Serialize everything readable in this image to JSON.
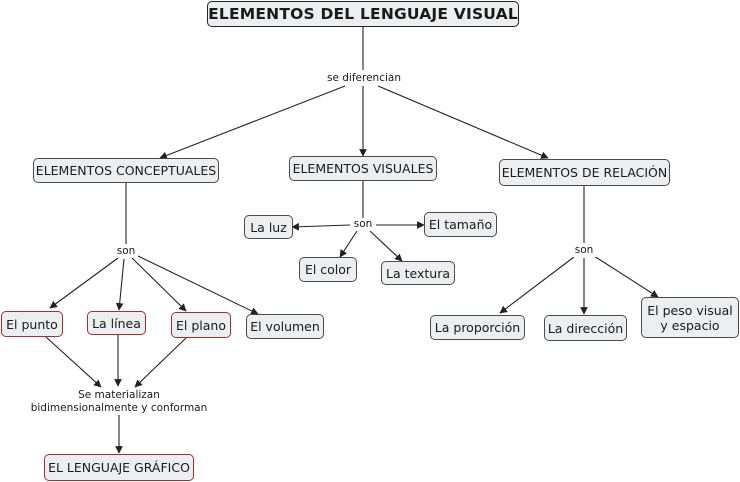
{
  "title": "ELEMENTOS DEL LENGUAJE VISUAL",
  "links": {
    "se_diferencian": "se diferencian",
    "son_conceptuales": "son",
    "son_visuales": "son",
    "son_relacion": "son",
    "se_materializan": "Se materializan\nbidimensionalmente y conforman"
  },
  "nodes": {
    "conceptuales": "ELEMENTOS CONCEPTUALES",
    "visuales": "ELEMENTOS VISUALES",
    "relacion": "ELEMENTOS DE RELACIÓN",
    "luz": "La luz",
    "tamano": "El tamaño",
    "color": "El color",
    "textura": "La textura",
    "punto": "El punto",
    "linea": "La línea",
    "plano": "El plano",
    "volumen": "El volumen",
    "proporcion": "La proporción",
    "direccion": "La dirección",
    "peso": "El peso visual\ny espacio",
    "lenguaje_grafico": "EL LENGUAJE GRÁFICO"
  },
  "colors": {
    "node_fill": "#eceff1",
    "node_border": "#4a4a4a",
    "highlight_border": "#b22a2a",
    "line": "#222222"
  }
}
